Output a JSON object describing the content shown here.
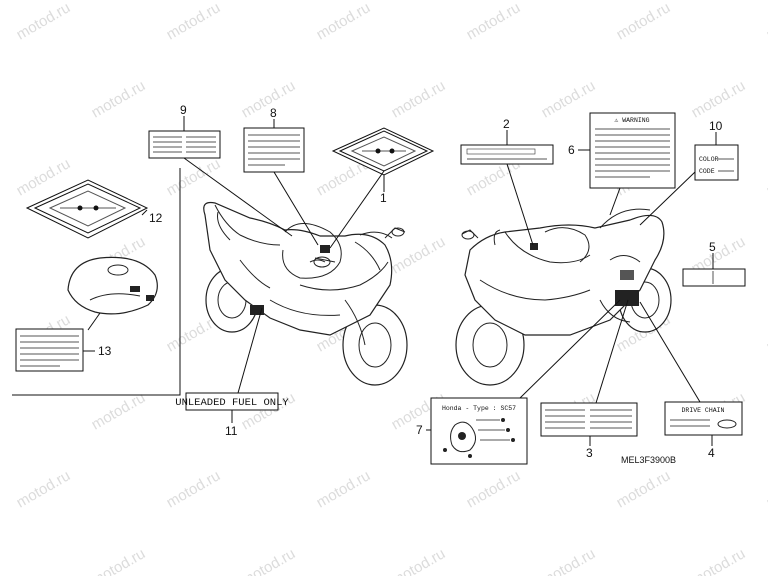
{
  "watermark": "motod.ru",
  "diagram_code": "MEL3F3900B",
  "callouts": [
    "1",
    "2",
    "3",
    "4",
    "5",
    "6",
    "7",
    "8",
    "9",
    "10",
    "11",
    "12",
    "13"
  ],
  "labels": {
    "fuel": "UNLEADED FUEL ONLY",
    "warning": "⚠ WARNING",
    "color": "COLOR",
    "code": "CODE",
    "drive_chain": "DRIVE CHAIN",
    "honda_type": "Honda - Type : SC57"
  }
}
